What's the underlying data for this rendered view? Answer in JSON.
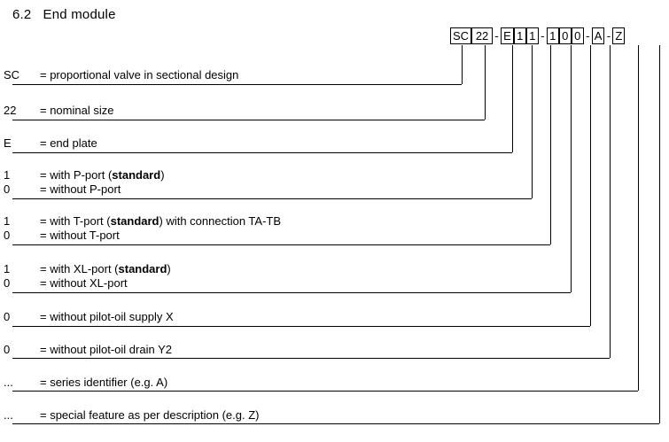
{
  "document": {
    "section_number": "6.2",
    "section_title": "End module",
    "heading": "6.2   End module"
  },
  "type_code": {
    "label": "SC 22 - E 1 1 - 1 0 0 - A - Z",
    "segments": [
      {
        "kind": "box",
        "value": "SC",
        "wide": true
      },
      {
        "kind": "box",
        "value": "22",
        "wide": true
      },
      {
        "kind": "dash",
        "value": "-"
      },
      {
        "kind": "box",
        "value": "E"
      },
      {
        "kind": "box",
        "value": "1"
      },
      {
        "kind": "box",
        "value": "1"
      },
      {
        "kind": "dash",
        "value": "-"
      },
      {
        "kind": "box",
        "value": "1"
      },
      {
        "kind": "box",
        "value": "0"
      },
      {
        "kind": "box",
        "value": "0"
      },
      {
        "kind": "dash",
        "value": "-"
      },
      {
        "kind": "box",
        "value": "A"
      },
      {
        "kind": "dash",
        "value": "-"
      },
      {
        "kind": "box",
        "value": "Z"
      }
    ]
  },
  "legend": {
    "rows": [
      {
        "codes": [
          "SC"
        ],
        "descriptions": [
          "= proportional valve in sectional design"
        ]
      },
      {
        "codes": [
          "22"
        ],
        "descriptions": [
          "= nominal size"
        ]
      },
      {
        "codes": [
          "E"
        ],
        "descriptions": [
          "= end plate"
        ]
      },
      {
        "codes": [
          "1",
          "0"
        ],
        "descriptions": [
          "= with P-port (standard)",
          "= without P-port"
        ],
        "bold_terms": [
          "standard"
        ]
      },
      {
        "codes": [
          "1",
          "0"
        ],
        "descriptions": [
          "= with T-port (standard) with connection TA-TB",
          "= without T-port"
        ],
        "bold_terms": [
          "standard"
        ]
      },
      {
        "codes": [
          "1",
          "0"
        ],
        "descriptions": [
          "= with XL-port (standard)",
          "= without XL-port"
        ],
        "bold_terms": [
          "standard"
        ]
      },
      {
        "codes": [
          "0"
        ],
        "descriptions": [
          "= without pilot-oil supply X"
        ]
      },
      {
        "codes": [
          "0"
        ],
        "descriptions": [
          "= without pilot-oil drain Y2"
        ]
      },
      {
        "codes": [
          "..."
        ],
        "descriptions": [
          "= series identifier (e.g. A)"
        ]
      },
      {
        "codes": [
          "..."
        ],
        "descriptions": [
          "= special feature as per description (e.g. Z)"
        ]
      }
    ]
  },
  "colors": {
    "line": "#000000",
    "text": "#000000",
    "background": "#ffffff"
  }
}
